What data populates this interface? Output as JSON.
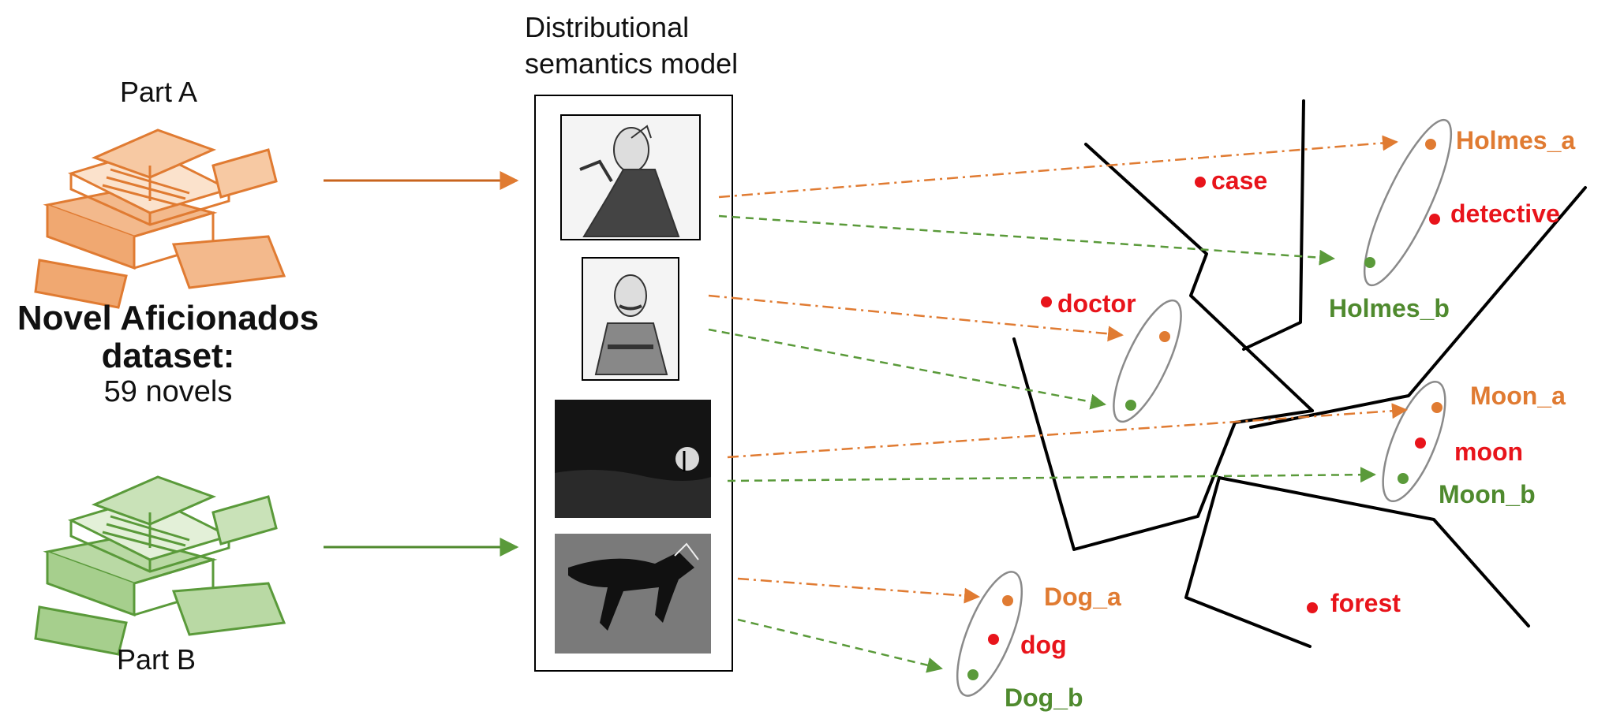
{
  "left": {
    "part_a": "Part A",
    "part_b": "Part B",
    "dataset_line1": "Novel Aficionados",
    "dataset_line2": "dataset:",
    "dataset_line3": "59 novels"
  },
  "model": {
    "title_line1": "Distributional",
    "title_line2": "semantics model"
  },
  "colors": {
    "part_a": "#e07b32",
    "part_b": "#5a9a3a",
    "part_b_text": "#4f8a2e",
    "word": "#e8141b",
    "axis": "#000000",
    "ellipse": "#8a8a8a"
  },
  "words": {
    "holmes_a": "Holmes_a",
    "holmes_b": "Holmes_b",
    "case": "case",
    "detective": "detective",
    "doctor": "doctor",
    "moon_a": "Moon_a",
    "moon": "moon",
    "moon_b": "Moon_b",
    "dog_a": "Dog_a",
    "dog": "dog",
    "dog_b": "Dog_b",
    "forest": "forest"
  },
  "icons": {
    "book_pile_a": "book-pile-icon",
    "book_pile_b": "book-pile-icon",
    "holmes_portrait": "man-with-pipe-illustration",
    "watson_portrait": "man-with-moustache-illustration",
    "moon_scene": "night-moon-scene",
    "hound_scene": "hound-illustration"
  }
}
